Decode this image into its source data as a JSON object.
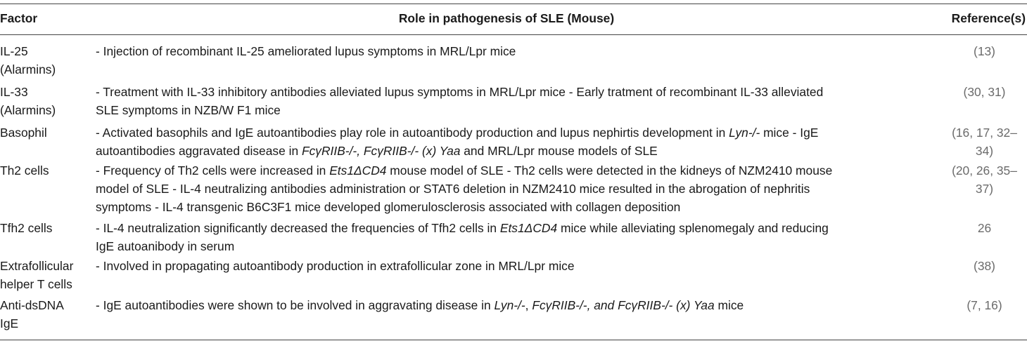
{
  "headers": {
    "factor": "Factor",
    "role": "Role in pathogenesis of SLE (Mouse)",
    "reference": "Reference(s)"
  },
  "rows": [
    {
      "factor_lines": [
        "IL-25",
        "(Alarmins)"
      ],
      "role_lines": [
        "- Injection of recombinant IL-25 ameliorated lupus symptoms in MRL/Lpr mice"
      ],
      "ref_lines": [
        "(13)"
      ]
    },
    {
      "factor_lines": [
        "IL-33",
        "(Alarmins)"
      ],
      "role_lines": [
        "- Treatment with IL-33 inhibitory antibodies alleviated lupus symptoms in MRL/Lpr mice - Early tratment of recombinant IL-33 alleviated",
        "SLE symptoms in NZB/W F1 mice"
      ],
      "ref_lines": [
        "(30, 31)"
      ]
    },
    {
      "factor_lines": [
        "Basophil"
      ],
      "role_line1_pre": "- Activated basophils and IgE autoantibodies play role in autoantibody production and lupus nephirtis development in ",
      "role_line1_em": "Lyn-/-",
      "role_line1_post": " mice - IgE",
      "role_line2_pre": "autoantibodies aggravated disease in ",
      "role_line2_em": "FcγRIIB-/-, FcγRIIB-/- (x) Yaa",
      "role_line2_post": " and MRL/Lpr mouse models of SLE",
      "ref_lines": [
        "(16, 17, 32–",
        "34)"
      ]
    },
    {
      "factor_lines": [
        "Th2 cells"
      ],
      "role_line1_pre": "- Frequency of Th2 cells were increased in ",
      "role_line1_em": "Ets1ΔCD4",
      "role_line1_post": " mouse model of SLE - Th2 cells were detected in the kidneys of NZM2410 mouse",
      "role_line2": "model of SLE - IL-4 neutralizing antibodies administration or STAT6 deletion in NZM2410 mice resulted in the abrogation of nephritis",
      "role_line3": "symptoms - IL-4 transgenic B6C3F1 mice developed glomerulosclerosis associated with collagen deposition",
      "ref_lines": [
        "(20, 26, 35–",
        "37)"
      ]
    },
    {
      "factor_lines": [
        "Tfh2 cells"
      ],
      "role_line1_pre": "- IL-4 neutralization significantly decreased the frequencies of Tfh2 cells in ",
      "role_line1_em": "Ets1ΔCD4",
      "role_line1_post": " mice while alleviating splenomegaly and reducing",
      "role_line2": "IgE autoanibody in serum",
      "ref_lines": [
        "26"
      ]
    },
    {
      "factor_lines": [
        "Extrafollicular",
        "helper T cells"
      ],
      "role_lines": [
        "- Involved in propagating autoantibody production in extrafollicular zone in MRL/Lpr mice"
      ],
      "ref_lines": [
        "(38)"
      ]
    },
    {
      "factor_lines": [
        "Anti-dsDNA",
        "IgE"
      ],
      "role_line1_pre": "- IgE autoantibodies were shown to be involved in aggravating disease in ",
      "role_line1_em": "Lyn-/-",
      "role_line1_mid": ", ",
      "role_line1_em2": "FcγRIIB-/-, and FcγRIIB-/- (x) Yaa",
      "role_line1_post": " mice",
      "ref_lines": [
        "(7, 16)"
      ]
    }
  ]
}
